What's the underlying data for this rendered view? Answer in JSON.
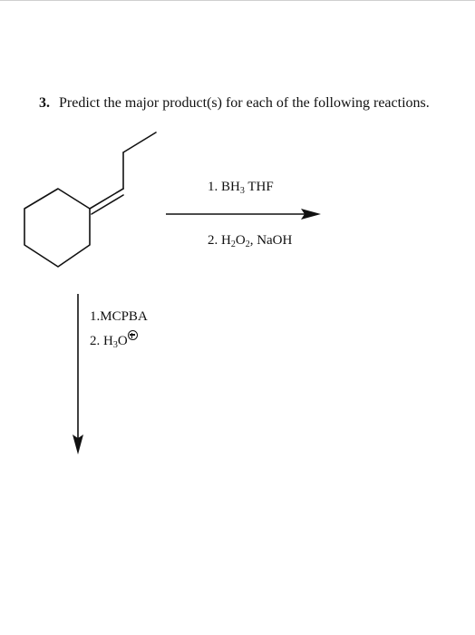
{
  "question": {
    "number": "3.",
    "text": "Predict the major product(s) for each of the following reactions."
  },
  "reaction_horizontal": {
    "step1_prefix": "1. BH",
    "step1_sub": "3",
    "step1_suffix": " THF",
    "step2_prefix": "2. H",
    "step2_sub1": "2",
    "step2_mid": "O",
    "step2_sub2": "2",
    "step2_suffix": ", NaOH"
  },
  "reaction_vertical": {
    "step1": "1.MCPBA",
    "step2_prefix": "2. H",
    "step2_sub": "3",
    "step2_suffix": "O"
  }
}
